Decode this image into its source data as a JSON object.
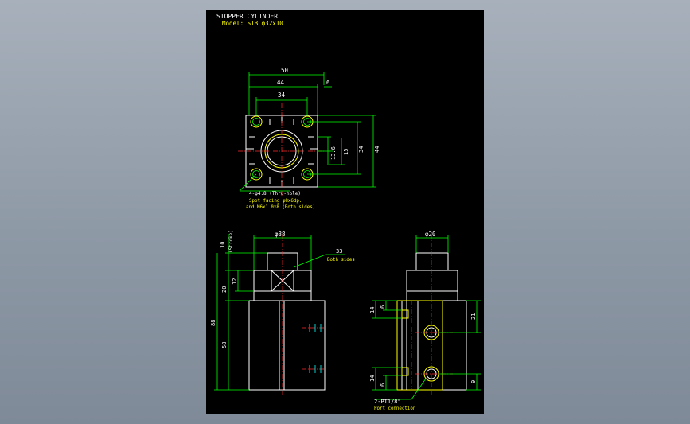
{
  "title": {
    "line1": "STOPPER CYLINDER",
    "line2": "Model: STB φ32x10"
  },
  "colors": {
    "background": "#8e99a6",
    "sheet": "#000000",
    "outline": "#ffffff",
    "dimension": "#00ff00",
    "highlight": "#ffff00",
    "centerline": "#ff2a2a",
    "hidden": "#00ffff"
  },
  "top_view": {
    "dims": {
      "overall_width": "50",
      "body_width": "44",
      "bolt_pitch": "34",
      "offset": "6",
      "v_13_6": "13.6",
      "v_15": "15",
      "v_34": "34",
      "v_44": "44"
    },
    "note": {
      "line1": "4-φ4.8 (Thru-hole)",
      "line2": "Spot facing φ8x6dp.",
      "line3": "and M6x1.0x8 (Both sides)"
    }
  },
  "front_view": {
    "dims": {
      "rod_dia": "φ38",
      "stroke": "10",
      "stroke_label": "(Stroke)",
      "across_flats": "33",
      "across_flats_note": "Both sides",
      "d_12": "12",
      "d_20": "20",
      "d_88": "88",
      "d_58": "58"
    }
  },
  "side_view": {
    "dims": {
      "rod_dia": "φ20",
      "top_14": "14",
      "top_6": "6",
      "d_21": "21",
      "bot_14": "14",
      "bot_6": "6",
      "d_9": "9"
    },
    "port": {
      "line1": "2-PT1/8\"",
      "line2": "Port connection"
    }
  }
}
